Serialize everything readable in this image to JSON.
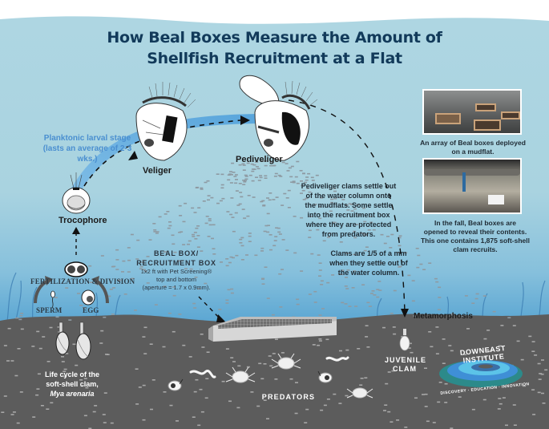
{
  "title": {
    "line1": "How Beal Boxes Measure the Amount of",
    "line2": "Shellfish Recruitment at a Flat"
  },
  "colors": {
    "sky_top": "#aed6e2",
    "water_bottom": "#4f9fd0",
    "mud": "#5c5c5c",
    "title": "#123a5a",
    "larval_band": "#6aaee0",
    "note_blue": "#4a8fd0",
    "logo_teal": "#2c8a8a",
    "logo_blue": "#3f8fd6",
    "logo_cyan": "#5cc3e8"
  },
  "stages": {
    "trocophore": "Trocophore",
    "veliger": "Veliger",
    "pediveliger": "Pediveliger",
    "metamorphosis": "Metamorphosis",
    "juvenile_line1": "JUVENILE",
    "juvenile_line2": "CLAM"
  },
  "planktonic_note": {
    "line1": "Planktonic larval stage",
    "line2": "(lasts an average of 2-3 wks.)"
  },
  "fertilization": {
    "label": "FERTILIZATION & DIVISION",
    "sperm": "SPERM",
    "egg": "EGG"
  },
  "settle_note": {
    "lines": [
      "Pediveliger clams settle out",
      "of the water column onto",
      "the mudflats. Some settle",
      "into the recruitment box",
      "where they are protected",
      "from predators."
    ]
  },
  "size_note": {
    "lines": [
      "Clams are 1/5 of a mm",
      "when they settle out of",
      "the water column."
    ]
  },
  "beal_box": {
    "title1": "BEAL BOX/",
    "title2": "RECRUITMENT BOX",
    "desc1": "1x2 ft with Pet Screening®",
    "desc2": "top and bottom",
    "desc3": "(aperture = 1.7 x 0.9mm)."
  },
  "photos": [
    {
      "name": "beal-boxes-mudflat-photo",
      "caption_lines": [
        "An array of Beal boxes deployed",
        "on a mudflat."
      ]
    },
    {
      "name": "opened-beal-box-photo",
      "caption_lines": [
        "In the fall, Beal boxes are",
        "opened to reveal their contents.",
        "This one contains 1,875 soft-shell",
        "clam recruits."
      ]
    }
  ],
  "life_cycle_caption": {
    "line1": "Life cycle of the",
    "line2": "soft-shell clam,",
    "line3": "Mya arenaria"
  },
  "predators_label": "PREDATORS",
  "logo": {
    "name": "DOWNEAST INSTITUTE",
    "tagline": "DISCOVERY · EDUCATION · INNOVATION"
  }
}
